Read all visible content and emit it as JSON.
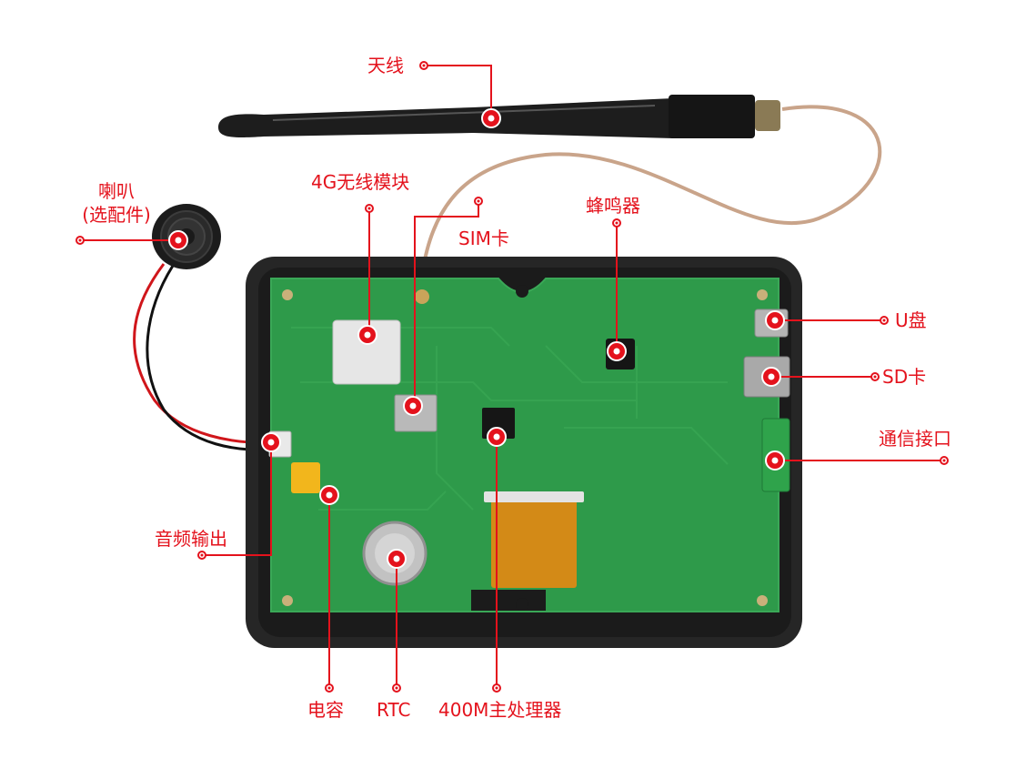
{
  "labels": {
    "antenna": "天线",
    "speaker_line1": "喇叭",
    "speaker_line2": "(选配件)",
    "module_4g": "4G无线模块",
    "sim": "SIM卡",
    "buzzer": "蜂鸣器",
    "usb": "U盘",
    "sd": "SD卡",
    "comm": "通信接口",
    "audio_out": "音频输出",
    "capacitor": "电容",
    "rtc": "RTC",
    "cpu": "400M主处理器"
  },
  "colors": {
    "callout": "#e4121c",
    "pcb": "#2e9a4a",
    "enclosure": "#2a2a2a",
    "antenna": "#1b1b1b",
    "cable": "#c9a48a"
  }
}
